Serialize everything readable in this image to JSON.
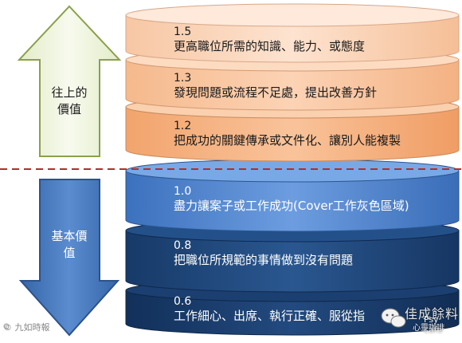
{
  "arrows": {
    "up_label_line1": "往上的",
    "up_label_line2": "價值",
    "down_label_line1": "基本價",
    "down_label_line2": "值"
  },
  "layers": [
    {
      "number": "1.5",
      "text": "更高職位所需的知識、能力、或態度"
    },
    {
      "number": "1.3",
      "text": "發現問題或流程不足處，提出改善方針"
    },
    {
      "number": "1.2",
      "text": "把成功的關鍵傳承或文件化、讓別人能複製"
    },
    {
      "number": "1.0",
      "text": "盡力讓案子或工作成功(Cover工作灰色區域)"
    },
    {
      "number": "0.8",
      "text": "把職位所規範的事情做到沒有問題"
    },
    {
      "number": "0.6",
      "text": "工作細心、出席、執行正確、服從指"
    }
  ],
  "watermarks": {
    "left": "© 九如時報",
    "right_main": "佳成餘料",
    "right_sub": "心靈咖啡",
    "right_en": "Psy cafe"
  },
  "colors": {
    "up_arrow_fill": "#eef4dc",
    "up_arrow_stroke": "#8aa04c",
    "down_arrow_fill": "#3f6fb0",
    "down_arrow_stroke": "#2d528a",
    "divider": "#b0302a",
    "peach_light": "#fcd9c2",
    "peach_mid": "#fbc9a2",
    "peach_dark": "#f6ad7c",
    "blue_light": "#5d91d6",
    "navy_mid": "#1f477a",
    "navy_dark": "#183a66"
  }
}
